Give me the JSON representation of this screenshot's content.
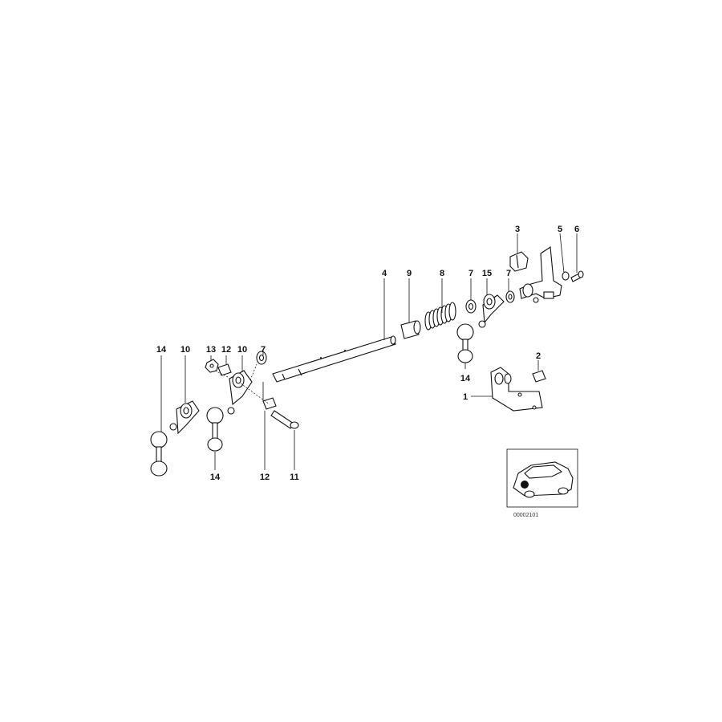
{
  "diagram": {
    "callouts": {
      "c1": "1",
      "c2": "2",
      "c3": "3",
      "c4": "4",
      "c5": "5",
      "c6": "6",
      "c7a": "7",
      "c7b": "7",
      "c8": "8",
      "c9": "9",
      "c10a": "10",
      "c10b": "10",
      "c11": "11",
      "c12a": "12",
      "c12b": "12",
      "c13": "13",
      "c14a": "14",
      "c14b": "14",
      "c14c": "14",
      "c15": "15"
    },
    "reference_thumbnail": {
      "code": "00002101"
    }
  }
}
